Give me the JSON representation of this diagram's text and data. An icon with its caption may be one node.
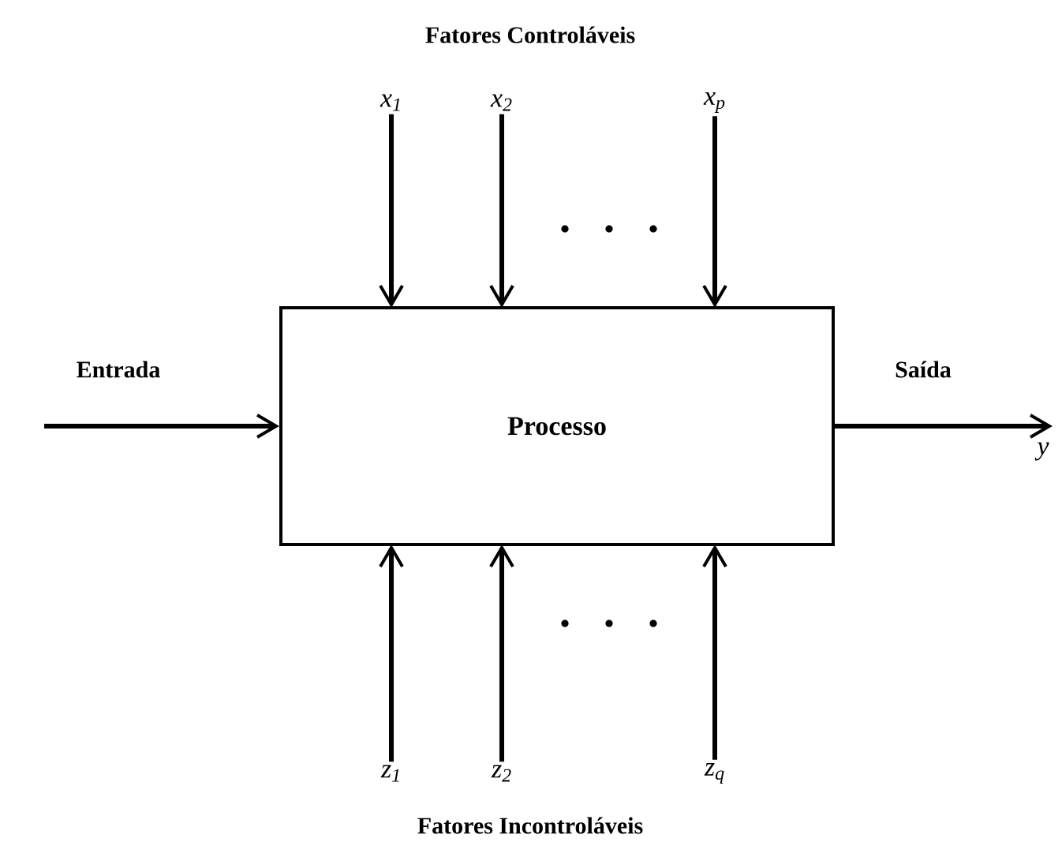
{
  "diagram": {
    "title": "Fatores Controláveis",
    "caption": "Fatores Incontroláveis",
    "nodes": [
      {
        "text": [
          "Processo"
        ]
      },
      {
        "text": [
          "x$_{1}$"
        ]
      },
      {
        "text": [
          "x$_{2}$"
        ]
      },
      {
        "text": [
          "x$_{p}$"
        ]
      },
      {
        "text": [
          "z$_{1}$"
        ]
      },
      {
        "text": [
          "z$_{2}$"
        ]
      },
      {
        "text": [
          "z$_{q}$"
        ]
      },
      {
        "text": [
          "y"
        ]
      }
    ],
    "edges": [
      {
        "from": 1,
        "to": 0,
        "arrow": "to"
      },
      {
        "from": 2,
        "to": 0,
        "arrow": "to"
      },
      {
        "from": 3,
        "to": 0,
        "arrow": "to"
      },
      {
        "from": 4,
        "to": 0,
        "arrow": "to"
      },
      {
        "from": 5,
        "to": 0,
        "arrow": "to"
      },
      {
        "from": 6,
        "to": 0,
        "arrow": "to"
      },
      {
        "from": null,
        "to": 0,
        "arrow": "to",
        "label": "Entrada"
      },
      {
        "from": 0,
        "to": 7,
        "arrow": "to",
        "label": "Saída"
      }
    ]
  }
}
